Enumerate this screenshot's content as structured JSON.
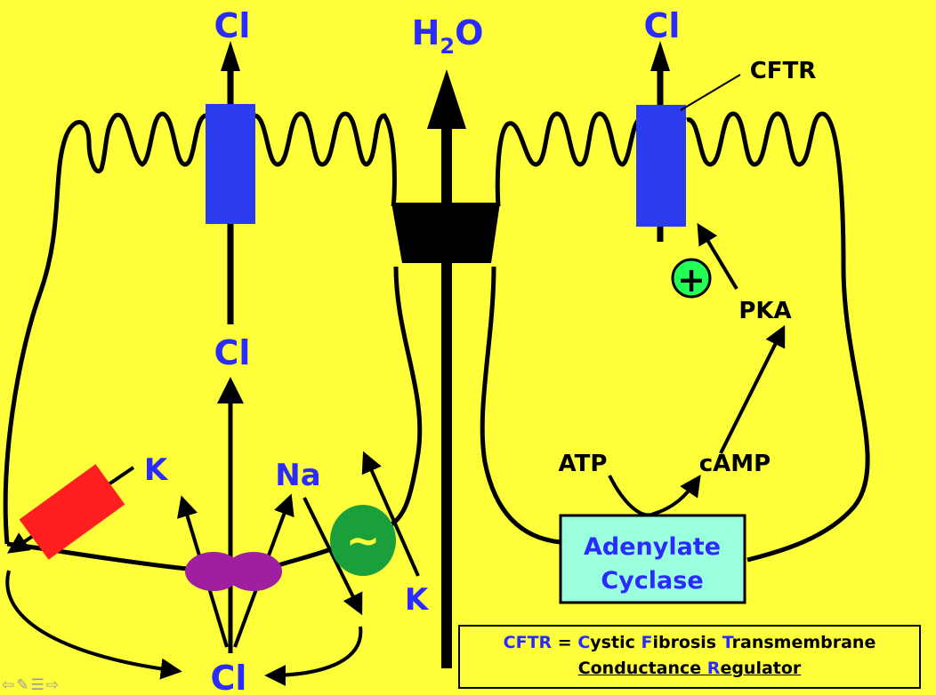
{
  "labels": {
    "cl_top_left": "Cl",
    "h2o_h": "H",
    "h2o_sub": "2",
    "h2o_o": "O",
    "cl_top_right": "Cl",
    "cftr": "CFTR",
    "pka": "PKA",
    "plus": "+",
    "cl_mid": "Cl",
    "k_left": "K",
    "na": "Na",
    "atp": "ATP",
    "camp": "cAMP",
    "k_right": "K",
    "cl_bottom": "Cl",
    "tilde": "~",
    "adenylate_1": "Adenylate",
    "adenylate_2": "Cyclase"
  },
  "legend": {
    "c": "C",
    "ftr": "FTR",
    "eq": " = ",
    "c2": "C",
    "ystic": "ystic ",
    "f": "F",
    "ibrosis": "ibrosis ",
    "t": "T",
    "ransmembrane": "ransmembrane",
    "conductance": "Conductance ",
    "r": "R",
    "egulator": "egulator"
  },
  "nav": {
    "back": "⇦",
    "pen": "✎",
    "menu": "☰",
    "forward": "⇨"
  },
  "colors": {
    "background": "#fefe3a",
    "label_blue": "#2b2bff",
    "channel_blue": "#2b3bf0",
    "red": "#ff1f1f",
    "purple": "#a01fa0",
    "green_pump": "#1aa03a",
    "green_plus": "#22ff55",
    "enzyme_box": "#99ffdd"
  }
}
